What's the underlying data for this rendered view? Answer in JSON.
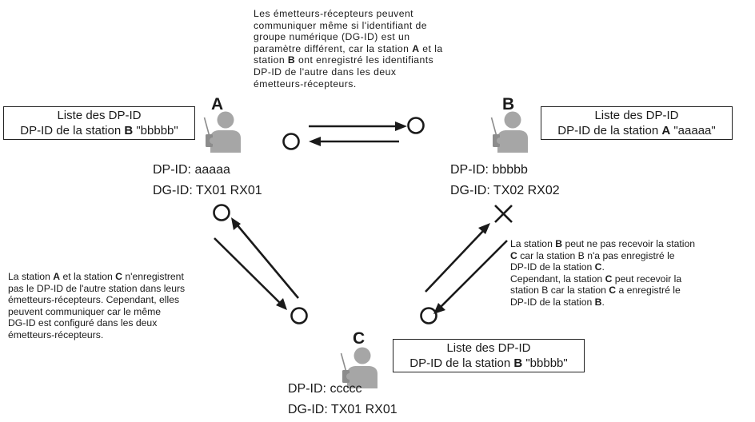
{
  "top_note": [
    "Les émetteurs-récepteurs peuvent",
    "communiquer même si l'identifiant de",
    "groupe numérique (DG-ID) est un",
    [
      "paramètre différent, car la station ",
      "A",
      " et la"
    ],
    [
      "station ",
      "B",
      " ont enregistré les identifiants"
    ],
    "DP-ID de l'autre dans les deux",
    "émetteurs-récepteurs."
  ],
  "stations": {
    "a": {
      "letter": "A",
      "dp_id": "DP-ID: aaaaa",
      "dg_id": "DG-ID: TX01 RX01",
      "list_title": "Liste des DP-ID",
      "list_entry": [
        "DP-ID de la station ",
        "B",
        " \"bbbbb\""
      ]
    },
    "b": {
      "letter": "B",
      "dp_id": "DP-ID: bbbbb",
      "dg_id": "DG-ID: TX02 RX02",
      "list_title": "Liste des DP-ID",
      "list_entry": [
        "DP-ID de la station ",
        "A",
        " \"aaaaa\""
      ]
    },
    "c": {
      "letter": "C",
      "dp_id": "DP-ID: ccccc",
      "dg_id": "DG-ID: TX01 RX01",
      "list_title": "Liste des DP-ID",
      "list_entry": [
        "DP-ID de la station ",
        "B",
        " \"bbbbb\""
      ]
    }
  },
  "left_note": [
    [
      "La station ",
      "A",
      " et la station ",
      "C",
      " n'enregistrent"
    ],
    "pas le DP-ID de l'autre station dans leurs",
    "émetteurs-récepteurs. Cependant, elles",
    "peuvent communiquer car le même",
    "DG-ID est configuré dans les deux",
    "émetteurs-récepteurs."
  ],
  "right_note": [
    [
      "La station ",
      "B",
      " peut ne pas recevoir la station"
    ],
    [
      "C",
      " car la station B n'a pas enregistré le"
    ],
    [
      "DP-ID de la station ",
      "C",
      "."
    ],
    [
      "Cependant, la station ",
      "C",
      " peut recevoir la"
    ],
    [
      "station B car la station ",
      "C",
      " a enregistré le"
    ],
    [
      "DP-ID de la station ",
      "B",
      "."
    ]
  ],
  "icons": {
    "ok": "circle-ok-icon",
    "fail": "cross-fail-icon",
    "person": "person-with-radio-icon",
    "arrow": "arrow-icon"
  }
}
